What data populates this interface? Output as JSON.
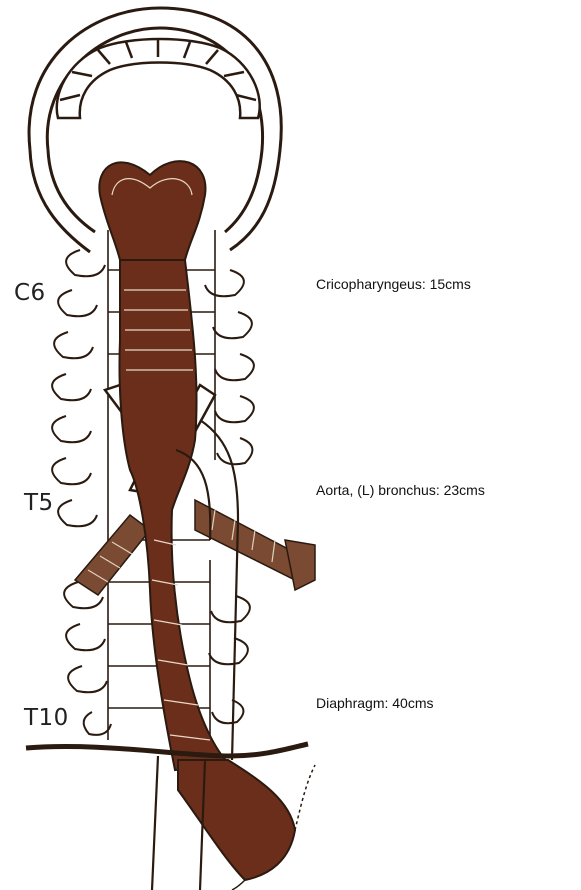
{
  "vertebra_labels": {
    "c6": "C6",
    "t5": "T5",
    "t10": "T10"
  },
  "annotations": {
    "cricopharyngeus": "Cricopharyngeus: 15cms",
    "aorta_bronchus": "Aorta, (L) bronchus: 23cms",
    "diaphragm": "Diaphragm: 40cms"
  },
  "colors": {
    "esophagus": "#6b2e1a",
    "outline": "#2a1a10"
  }
}
